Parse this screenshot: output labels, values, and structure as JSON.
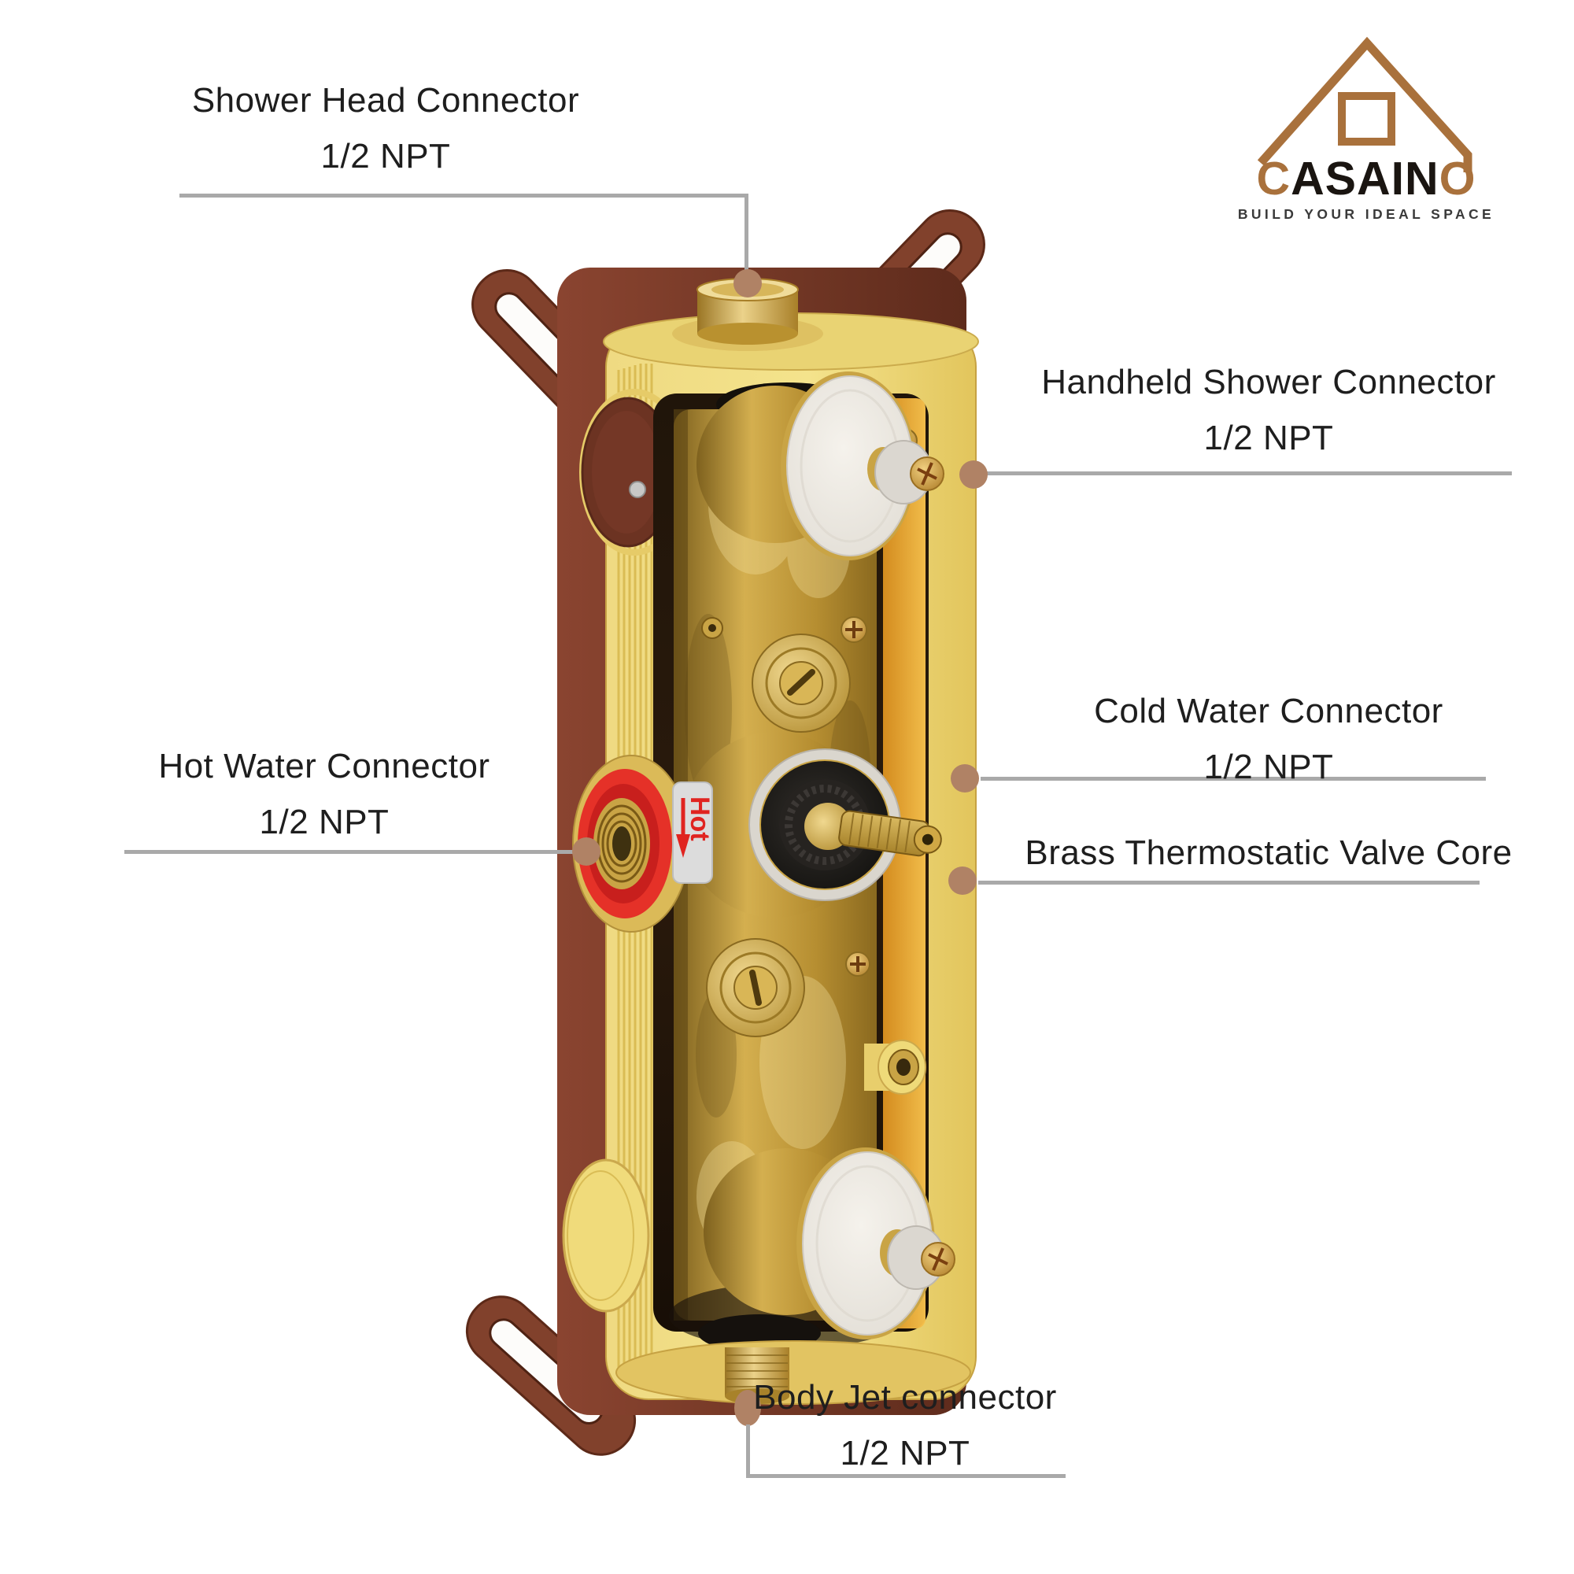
{
  "brand": {
    "wordmark_first": "C",
    "wordmark_middle": "ASAIN",
    "wordmark_last": "O",
    "tagline": "BUILD YOUR IDEAL SPACE",
    "brand_color": "#A9713C",
    "wordmark_color": "#1A1511",
    "tagline_color": "#3A3A3A"
  },
  "valve": {
    "sticker_label": "Hot"
  },
  "callouts": {
    "shower_head": {
      "title": "Shower Head Connector",
      "spec": "1/2 NPT"
    },
    "handheld_shower": {
      "title": "Handheld Shower Connector",
      "spec": "1/2 NPT"
    },
    "cold_water": {
      "title": "Cold Water Connector",
      "spec": "1/2 NPT"
    },
    "thermostatic_core": {
      "title": "Brass Thermostatic Valve Core"
    },
    "hot_water": {
      "title": "Hot Water Connector",
      "spec": "1/2 NPT"
    },
    "body_jet": {
      "title": "Body Jet connector",
      "spec": "1/2 NPT"
    }
  },
  "style": {
    "leader_line_color": "#A9A9A9",
    "callout_dot_color": "#B08265",
    "label_text_color": "#1E1E1E",
    "hot_label_color": "#E02420",
    "housing_yellow": "#EDD878",
    "bracket_brown": "#7B3B27",
    "brass_gold": "#C9A23C",
    "hot_ring_red": "#E53128"
  }
}
